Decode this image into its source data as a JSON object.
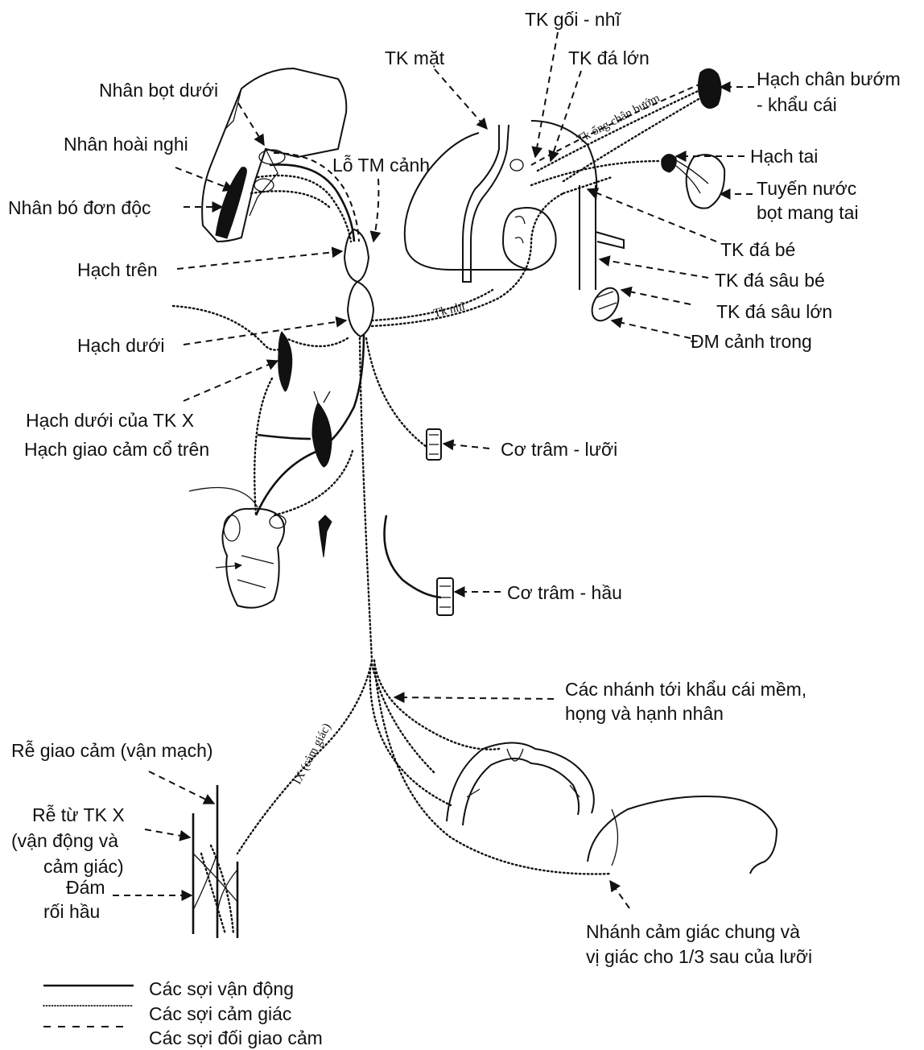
{
  "labels": {
    "tk_goi_nhi": "TK gối - nhĩ",
    "tk_mat": "TK mặt",
    "tk_da_lon": "TK đá lớn",
    "hach_chan_buom": "Hạch chân bướm",
    "khau_cai": "- khẩu cái",
    "nhan_bot_duoi": "Nhân bọt dưới",
    "nhan_hoai_nghi": "Nhân hoài nghi",
    "lo_tm_canh": "Lỗ TM cảnh",
    "hach_tai": "Hạch tai",
    "tuyen_nuoc": "Tuyến nước",
    "bot_mang_tai": "bọt mang tai",
    "nhan_bo_don_doc": "Nhân bó đơn độc",
    "tk_da_be": "TK đá bé",
    "hach_tren": "Hạch trên",
    "tk_da_sau_be": "TK đá sâu bé",
    "tk_da_sau_lon": "TK đá sâu lớn",
    "hach_duoi": "Hạch dưới",
    "dm_canh_trong": "ĐM cảnh trong",
    "hach_duoi_tk_x": "Hạch dưới của TK X",
    "hach_giao_cam": "Hạch giao cảm cổ trên",
    "co_tram_luoi": "Cơ trâm - lưỡi",
    "co_tram_hau": "Cơ trâm - hầu",
    "nhanh_khau_cai_1": "Các nhánh tới khẩu cái mềm,",
    "nhanh_khau_cai_2": "họng và hạnh nhân",
    "re_giao_cam": "Rễ giao cảm (vận mạch)",
    "re_tk_x_1": "Rễ từ TK X",
    "re_tk_x_2": "(vận động và",
    "re_tk_x_3": "cảm giác)",
    "dam_1": "Đám",
    "dam_2": "rối hầu",
    "nhanh_cam_giac_1": "Nhánh cảm giác chung và",
    "nhanh_cam_giac_2": "vị giác cho 1/3 sau của lưỡi",
    "tk_ong_chan_buom": "Tk ống chân bướm",
    "tk_nhi": "Tk nhĩ",
    "ix_cam_giac": "IX (cảm giác)"
  },
  "legend": [
    {
      "style": "motor",
      "label": "Các sợi vận động"
    },
    {
      "style": "sensory",
      "label": "Các sợi cảm giác"
    },
    {
      "style": "parasympathetic",
      "label": "Các sợi đối giao cảm"
    }
  ],
  "colors": {
    "ink": "#111111",
    "background": "#ffffff"
  }
}
